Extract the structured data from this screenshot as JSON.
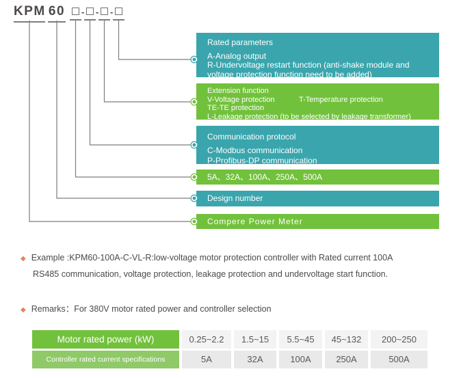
{
  "colors": {
    "teal": "#3aa5ad",
    "green": "#72c13c",
    "green_muted": "#8fc968",
    "orange_bullet": "#e8805c",
    "line_gray": "#7d7d7d",
    "text_dark": "#4c4948",
    "cell_light": "#f3f3f3",
    "cell_mid": "#e9e9e9"
  },
  "model_code": {
    "prefix": "KPM",
    "series": "60",
    "separator": "-"
  },
  "legend_boxes": {
    "rated_parameters": {
      "title": "Rated parameters",
      "line1": "A-Analog output",
      "line2": "R-Undervoltage restart function (anti-shake module and voltage protection function need to be added)"
    },
    "extension_function": {
      "title": "Extension function",
      "col_a": "V-Voltage protection",
      "col_b": "T-Temperature protection",
      "line2": "TE-TE protection",
      "line3": "L-Leakage protection (to be selected by leakage transformer)"
    },
    "communication_protocol": {
      "title": "Communication protocol",
      "line1": "C-Modbus communication",
      "line2": "P-Profibus-DP communication"
    },
    "current_ratings": {
      "label": "5A、32A、100A、250A、500A"
    },
    "design_number": {
      "label": "Design number"
    },
    "product_name": {
      "label": "Compere Power Meter"
    }
  },
  "example": {
    "bullet": "◆",
    "line1": "Example :KPM60-100A-C-VL-R:low-voltage motor protection controller with Rated current 100A",
    "line2": "RS485 communication, voltage protection, leakage protection and undervoltage start function."
  },
  "remarks": {
    "bullet": "◆",
    "text": "Remarks：For 380V motor rated power and controller selection"
  },
  "selection_table": {
    "rows": [
      {
        "label": "Motor rated power (kW)",
        "values": [
          "0.25~2.2",
          "1.5~15",
          "5.5~45",
          "45~132",
          "200~250"
        ]
      },
      {
        "label": "Controller rated current specifications",
        "values": [
          "5A",
          "32A",
          "100A",
          "250A",
          "500A"
        ]
      }
    ]
  }
}
